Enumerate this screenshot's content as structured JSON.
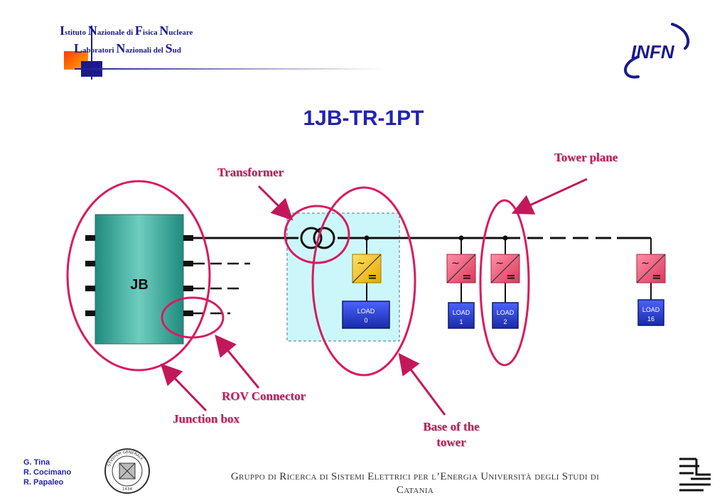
{
  "header": {
    "line1": [
      {
        "cap": "I",
        "rest": "stituto "
      },
      {
        "cap": "N",
        "rest": "azionale di "
      },
      {
        "cap": "F",
        "rest": "isica "
      },
      {
        "cap": "N",
        "rest": "ucleare"
      }
    ],
    "line2": [
      {
        "cap": "L",
        "rest": "aboratori "
      },
      {
        "cap": "N",
        "rest": "azionali del "
      },
      {
        "cap": "S",
        "rest": "ud"
      }
    ],
    "logo": "INFN"
  },
  "title": "1JB-TR-1PT",
  "diagram": {
    "jb_label": "JB",
    "converter_ac": "~",
    "converter_dc": "=",
    "loads": [
      {
        "line1": "LOAD",
        "line2": "0"
      },
      {
        "line1": "LOAD",
        "line2": "1"
      },
      {
        "line1": "LOAD",
        "line2": "2"
      },
      {
        "line1": "LOAD",
        "line2": "16"
      }
    ]
  },
  "callouts": {
    "tower_plane": "Tower plane",
    "transformer": "Transformer",
    "rov_connector": "ROV Connector",
    "junction_box": "Junction box",
    "base_line1": "Base of the",
    "base_line2": "tower"
  },
  "footer": {
    "authors": [
      "G. Tina",
      "R. Cocimano",
      "R. Papaleo"
    ],
    "group_line1": "Gruppo di Ricerca di Sistemi Elettrici per l’Energia Università degli Studi di",
    "group_line2": "Catania",
    "seal_text": "STVDIVM GENERALE",
    "seal_year": "1434"
  },
  "colors": {
    "accent": "#c2185b",
    "title": "#2222b4",
    "jb_fill": "#3aa79a",
    "base_fill": "#ccf7fa",
    "load_fill": "#2a3fd1",
    "converter_yellow": "#f2c20b",
    "converter_red": "#e85a78"
  }
}
